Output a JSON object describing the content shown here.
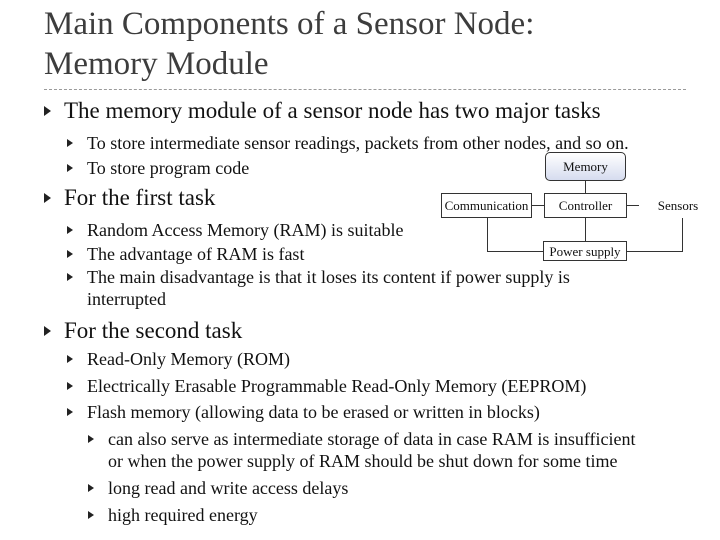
{
  "title": {
    "line1": "Main Components of a Sensor Node:",
    "line2": "Memory Module"
  },
  "bullets": {
    "tasks": "The memory module of a sensor node has two major tasks",
    "task_a": "To store intermediate sensor readings, packets from other nodes, and so on.",
    "task_b": "To store program code",
    "first": "For the first task",
    "ram_suitable": "Random Access Memory (RAM) is suitable",
    "ram_fast": "The advantage of RAM is fast",
    "ram_disadv_1": "The main disadvantage is that it loses its content if power supply is",
    "ram_disadv_2": "interrupted",
    "second": "For the second task",
    "rom": "Read-Only Memory (ROM)",
    "eeprom": "Electrically Erasable Programmable Read-Only Memory (EEPROM)",
    "flash": "Flash memory (allowing data to be erased or written in blocks)",
    "flash_a_1": "can also serve as intermediate storage of data in case RAM is insufficient",
    "flash_a_2": "or when the power supply of RAM should be shut down for some time",
    "flash_b": "long read and write access delays",
    "flash_c": "high required energy"
  },
  "diagram": {
    "memory": "Memory",
    "communication": "Communication",
    "controller": "Controller",
    "sensors": "Sensors",
    "power": "Power supply"
  },
  "colors": {
    "title": "#3d3d3d",
    "memory_fill": "#d6dcef"
  }
}
